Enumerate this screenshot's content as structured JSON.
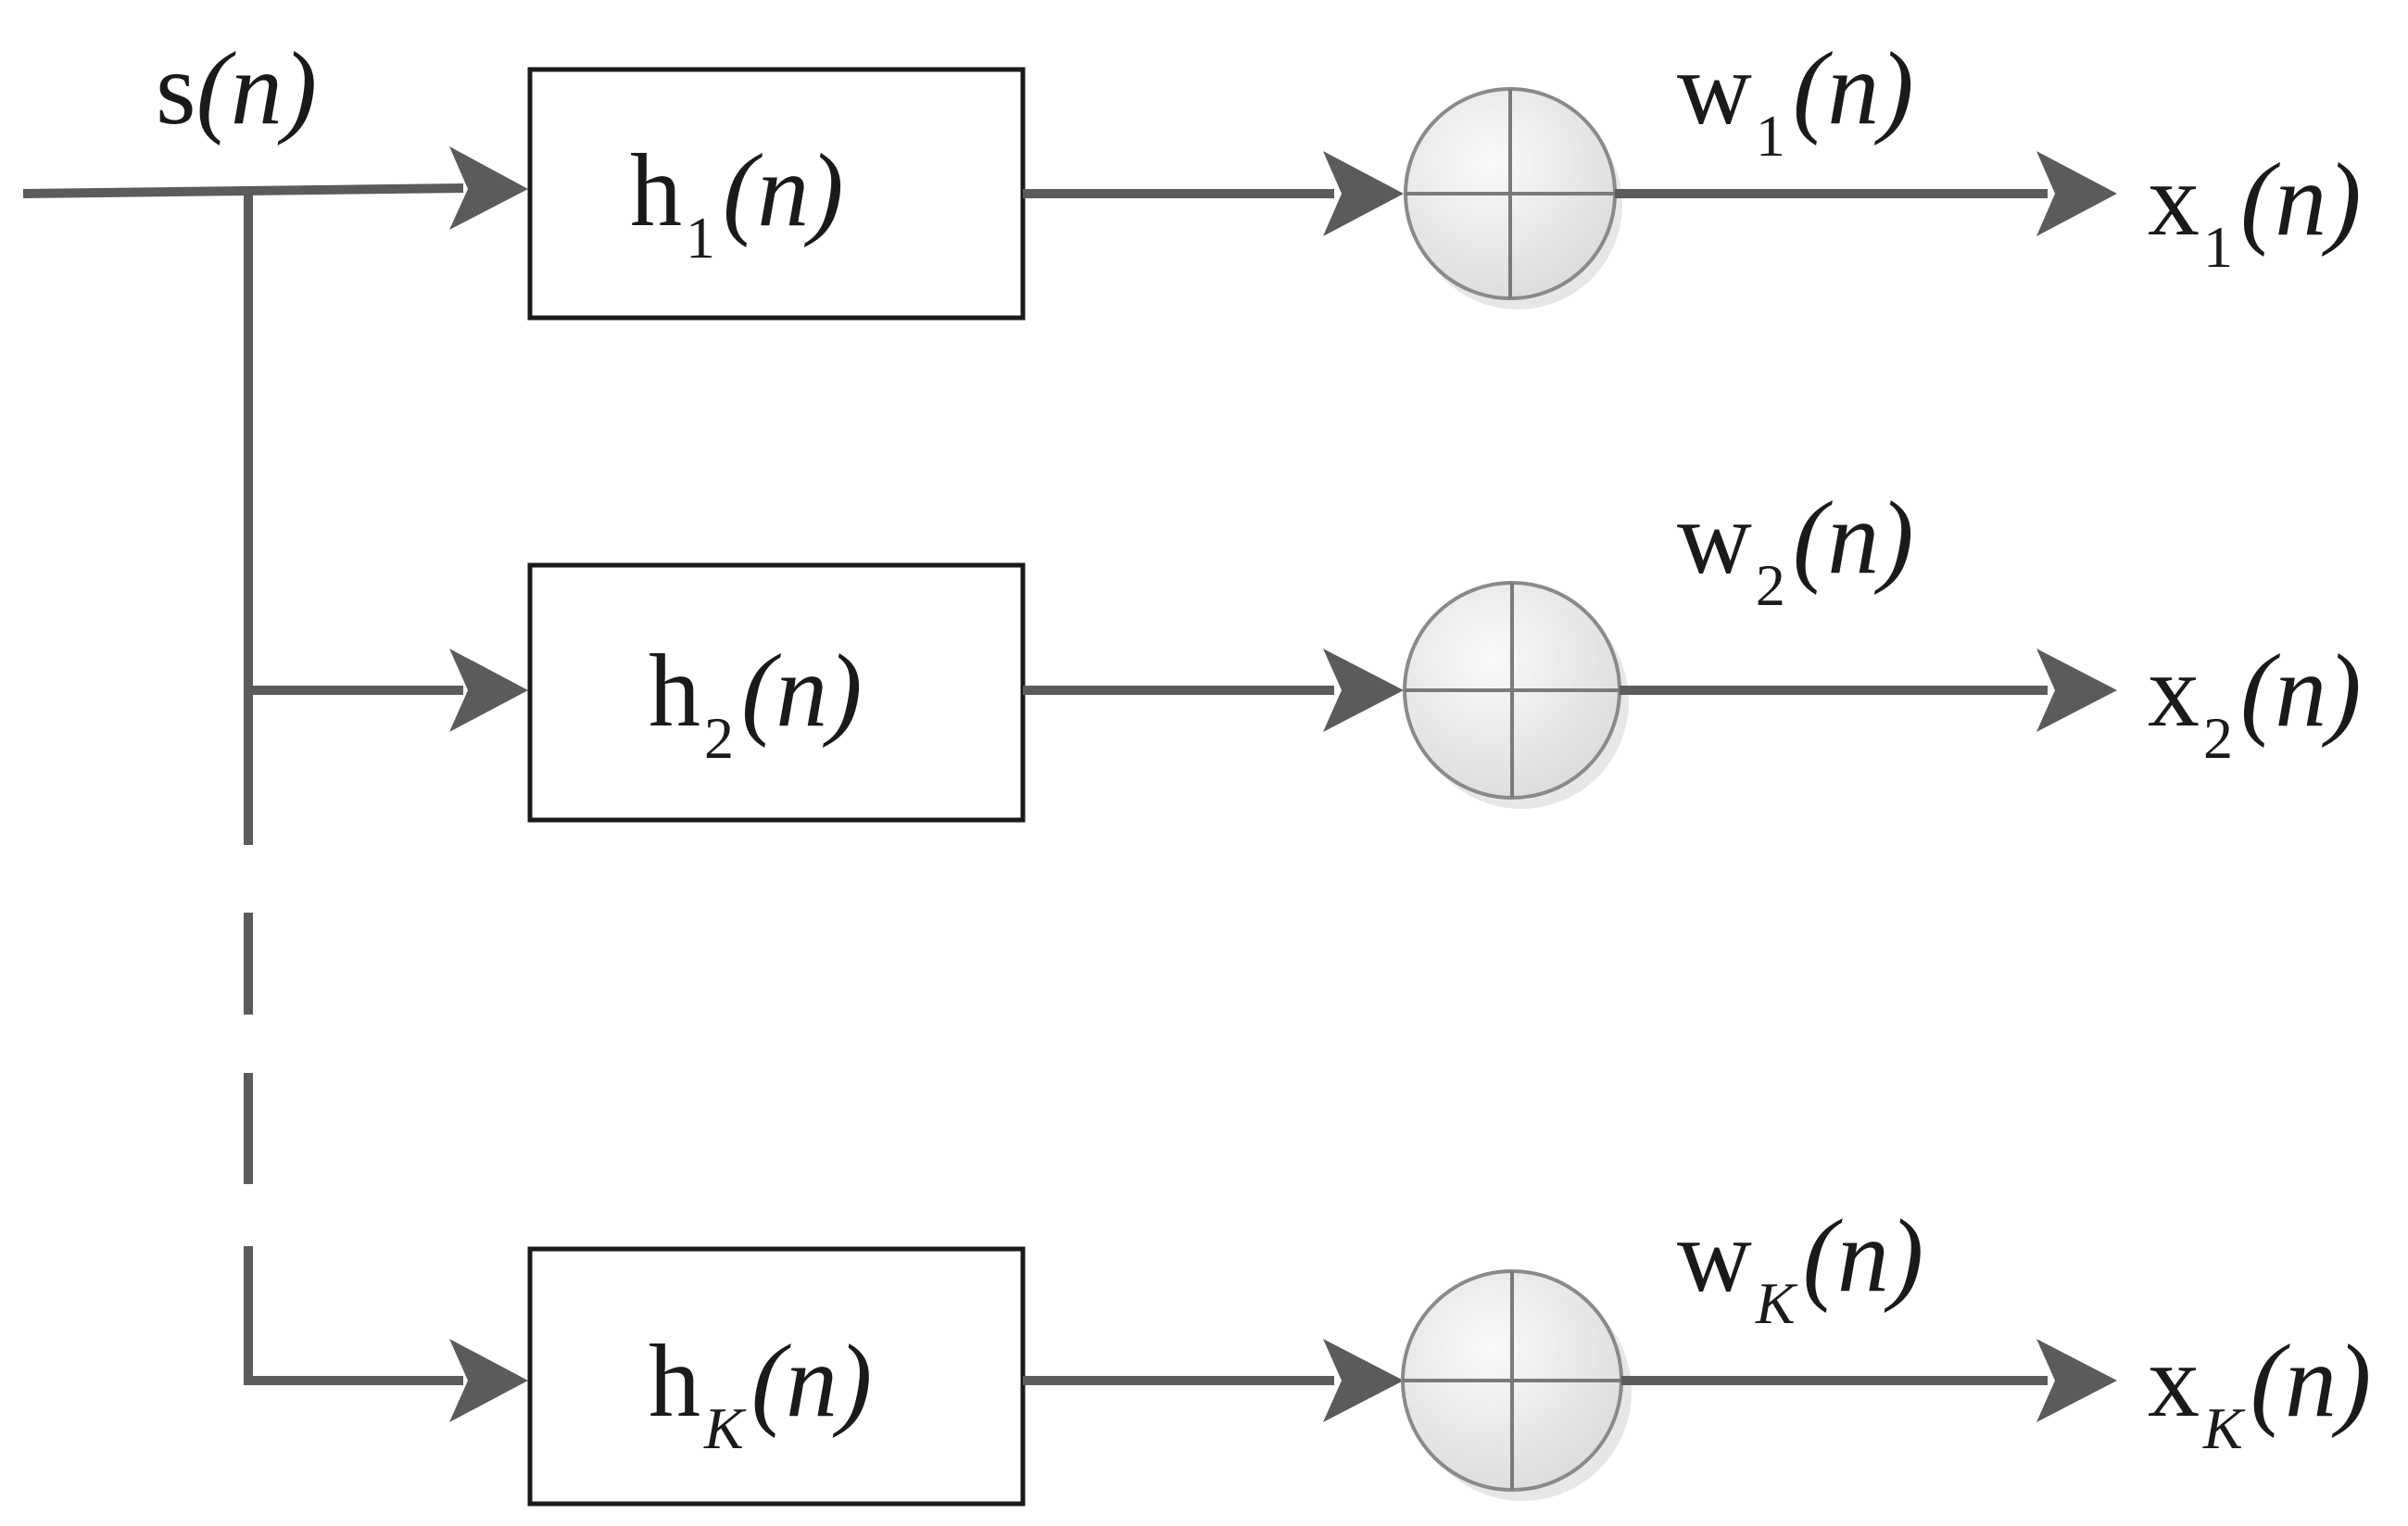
{
  "diagram": {
    "input_label": "s(n)",
    "branches": [
      {
        "filter": {
          "base": "h",
          "sub": "1",
          "arg": "(n)"
        },
        "noise": {
          "base": "w",
          "sub": "1",
          "arg": "(n)"
        },
        "output": {
          "base": "x",
          "sub": "1",
          "arg": "(n)"
        }
      },
      {
        "filter": {
          "base": "h",
          "sub": "2",
          "arg": "(n)"
        },
        "noise": {
          "base": "w",
          "sub": "2",
          "arg": "(n)"
        },
        "output": {
          "base": "x",
          "sub": "2",
          "arg": "(n)"
        }
      },
      {
        "filter": {
          "base": "h",
          "sub": "K",
          "arg": "(n)"
        },
        "noise": {
          "base": "w",
          "sub": "K",
          "arg": "(n)"
        },
        "output": {
          "base": "x",
          "sub": "K",
          "arg": "(n)"
        }
      }
    ],
    "colors": {
      "line": "#5b5b5b",
      "box_stroke": "#1a1a1a",
      "circle_fill": "#ececec",
      "circle_stroke": "#8a8a8a"
    }
  }
}
